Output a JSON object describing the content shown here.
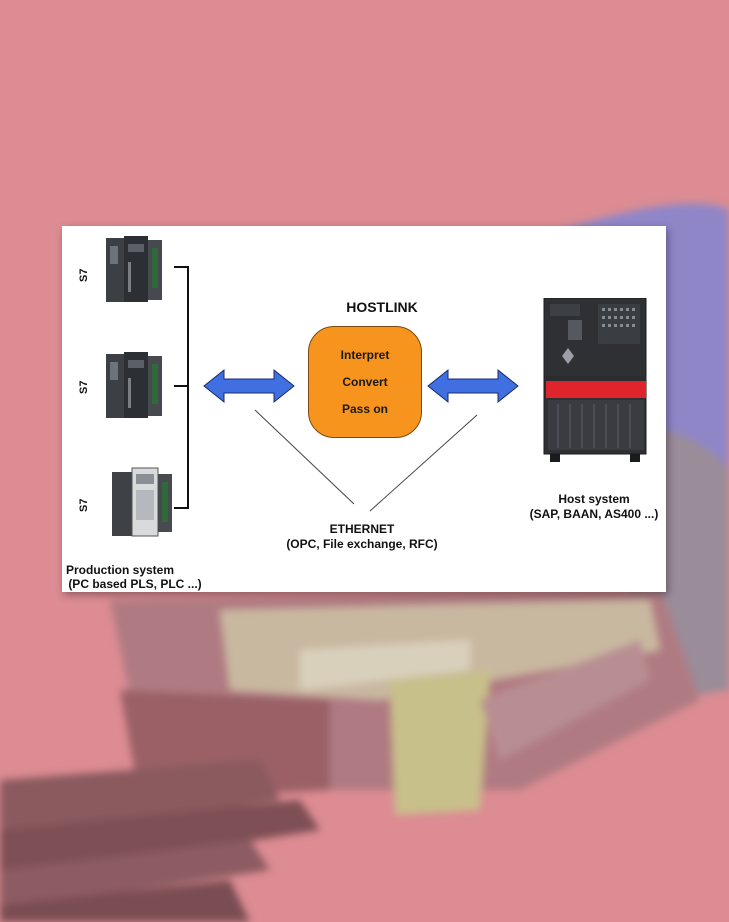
{
  "diagram": {
    "production": {
      "devices": [
        "S7",
        "S7",
        "S7"
      ],
      "caption_line1": "Production system",
      "caption_line2": "(PC based PLS, PLC ...)"
    },
    "hostlink": {
      "title": "HOSTLINK",
      "steps": [
        "Interpret",
        "Convert",
        "Pass on"
      ]
    },
    "ethernet": {
      "line1": "ETHERNET",
      "line2": "(OPC, File exchange, RFC)"
    },
    "host": {
      "caption_line1": "Host system",
      "caption_line2": "(SAP, BAAN, AS400 ...)"
    },
    "colors": {
      "arrow": "#3f6fe0",
      "hostlink_box": "#f7941d",
      "background": "#dc8c92",
      "server_red": "#e0242c"
    }
  }
}
